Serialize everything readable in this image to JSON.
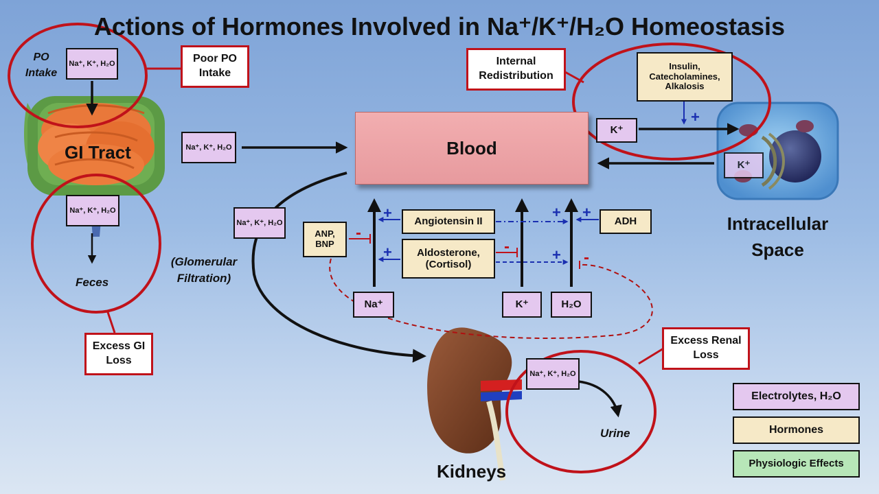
{
  "title": "Actions of Hormones Involved in Na⁺/K⁺/H₂O Homeostasis",
  "blood": "Blood",
  "gi_tract": "GI Tract",
  "po_intake": "PO Intake",
  "feces": "Feces",
  "glomerular": "(Glomerular Filtration)",
  "kidneys": "Kidneys",
  "urine": "Urine",
  "intracellular": "Intracellular Space",
  "electrolyte_label": "Na⁺, K⁺, H₂O",
  "red_boxes": {
    "poor_po": "Poor PO Intake",
    "excess_gi": "Excess GI Loss",
    "internal": "Internal Redistribution",
    "excess_renal": "Excess Renal Loss"
  },
  "hormones": {
    "insulin": "Insulin, Catecholamines, Alkalosis",
    "angiotensin": "Angiotensin II",
    "aldosterone": "Aldosterone, (Cortisol)",
    "adh": "ADH",
    "anp": "ANP, BNP"
  },
  "ions": {
    "na": "Na⁺",
    "k": "K⁺",
    "h2o": "H₂O"
  },
  "signs": {
    "plus": "+",
    "minus": "-"
  },
  "legend": [
    {
      "label": "Electrolytes, H₂O",
      "color": "#e4c8ef"
    },
    {
      "label": "Hormones",
      "color": "#f6e9c7"
    },
    {
      "label": "Physiologic Effects",
      "color": "#b7e6b8"
    }
  ],
  "colors": {
    "red": "#c0121a",
    "blue": "#1a2fb0",
    "dashred": "#b01010"
  }
}
